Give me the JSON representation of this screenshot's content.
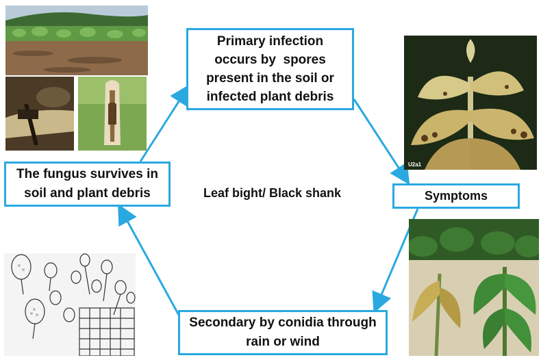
{
  "boxes": {
    "primary": "Primary infection occurs by  spores present in the soil or infected plant debris",
    "primary_lines": [
      "Primary infection",
      "occurs by  spores",
      "present in the soil or",
      "infected plant debris"
    ],
    "survive_lines": [
      "The fungus survives in",
      "soil and plant debris"
    ],
    "symptoms": "Symptoms",
    "secondary_lines": [
      "Secondary by conidia through",
      "rain or wind"
    ]
  },
  "center_label": "Leaf bight/ Black shank",
  "photo_captions": {
    "stem_closeup": "",
    "symptom_code": "U2a1"
  },
  "colors": {
    "arrow": "#29a9e0",
    "box_border": "#29a9e0"
  }
}
